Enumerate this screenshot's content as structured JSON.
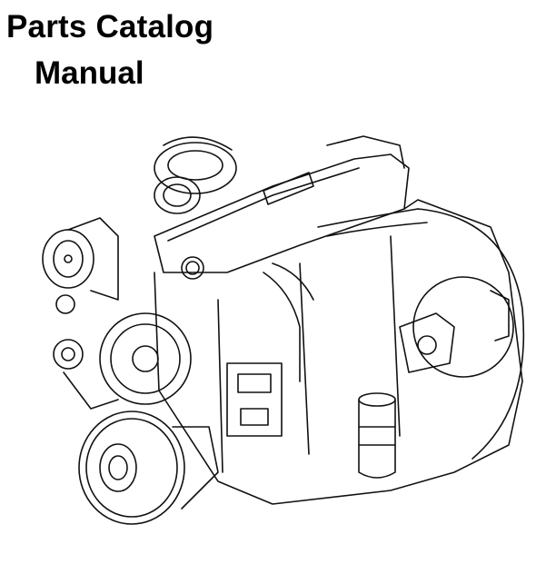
{
  "title": {
    "line1": "Parts Catalog",
    "line2": "Manual"
  },
  "illustration": {
    "subject": "engine-line-drawing"
  }
}
